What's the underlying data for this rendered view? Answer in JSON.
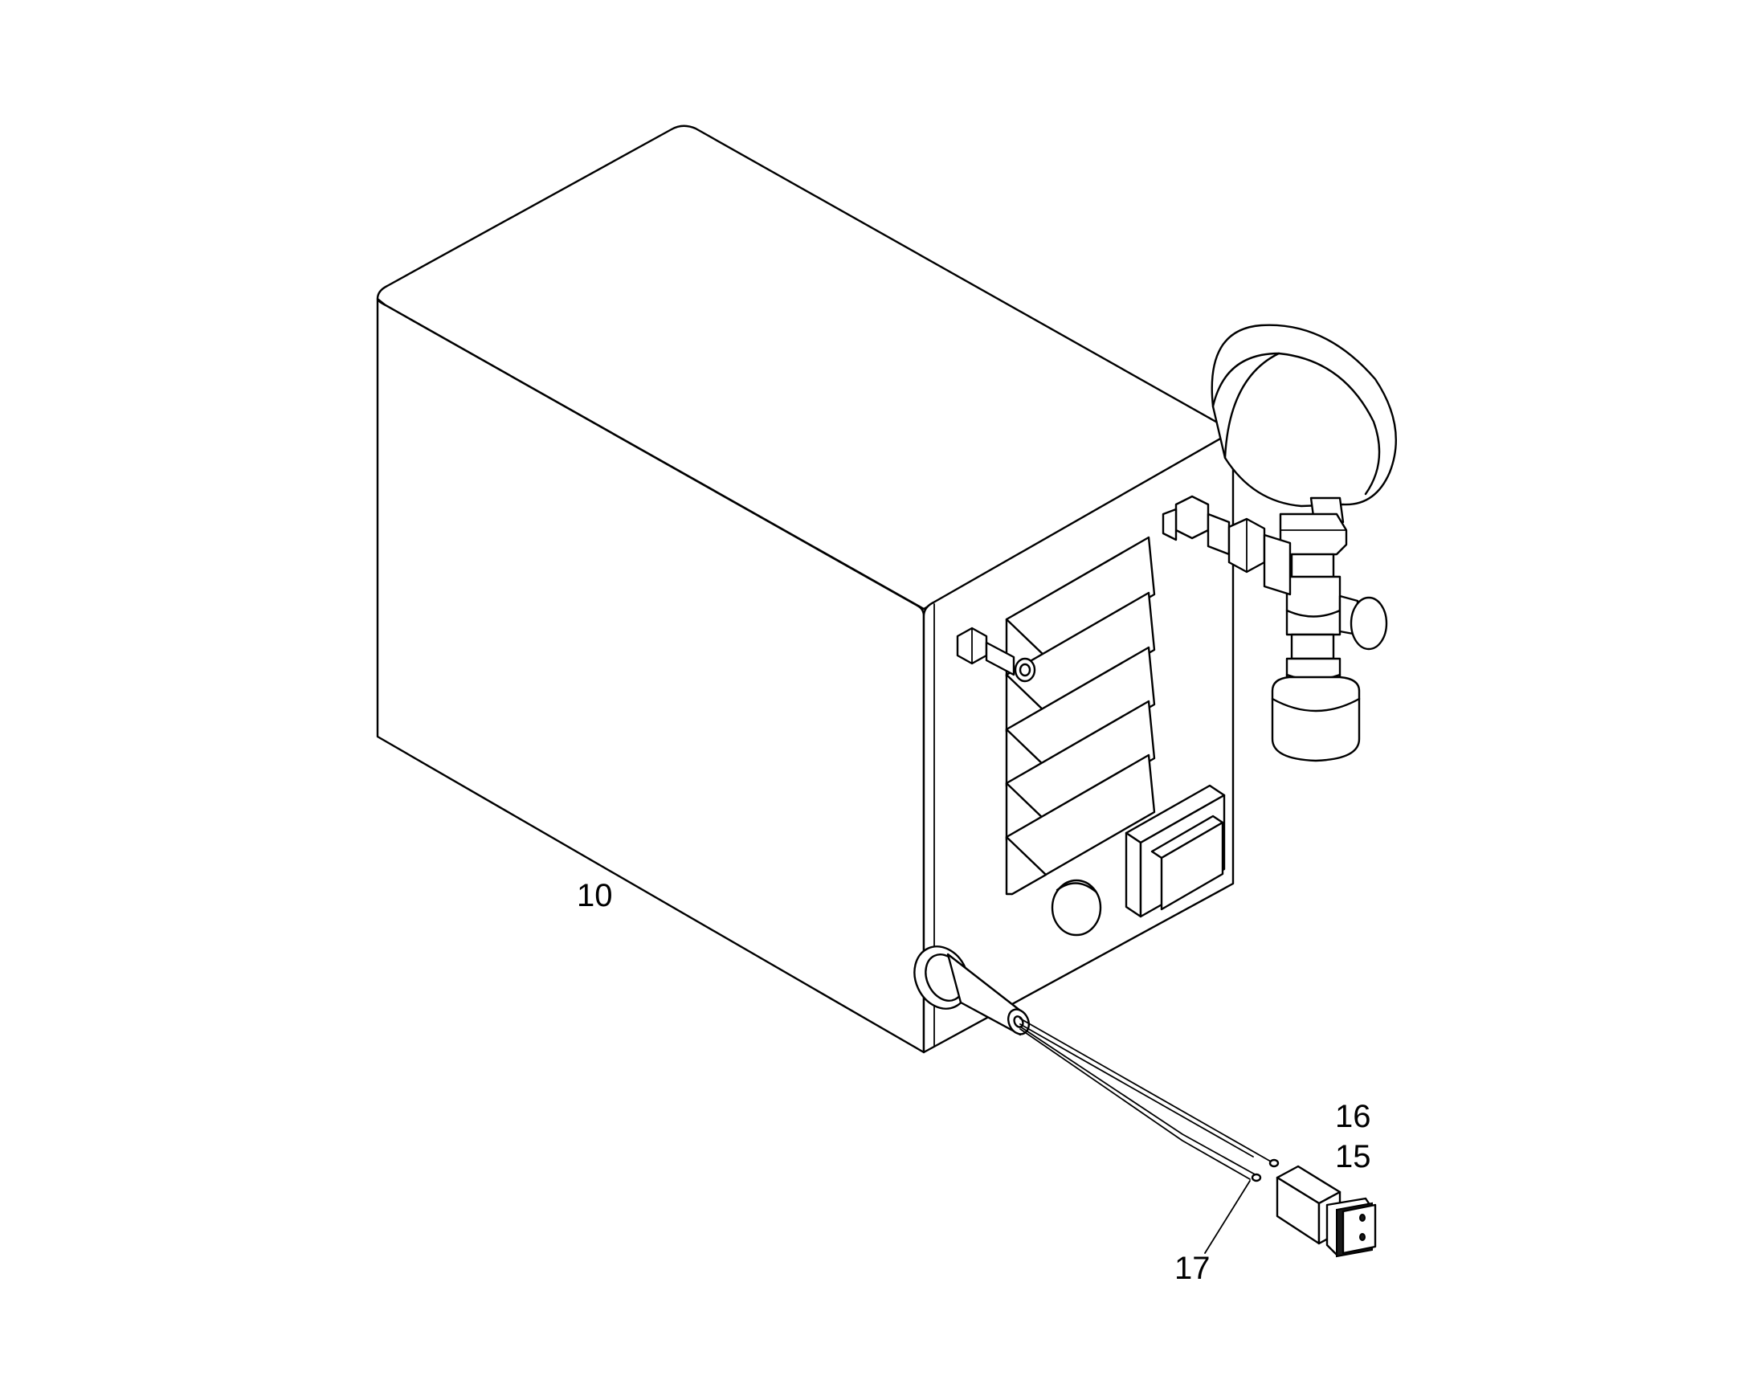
{
  "callouts": {
    "housing": "10",
    "connector_a": "16",
    "connector_b": "15",
    "wire": "17"
  }
}
